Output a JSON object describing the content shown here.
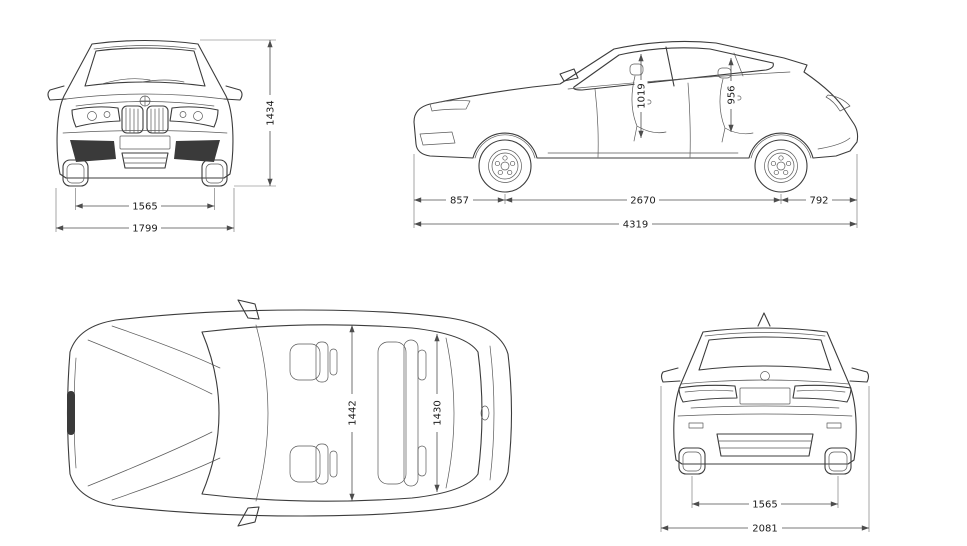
{
  "page": {
    "background": "#ffffff",
    "line_color": "#3c3c3c",
    "dim_color": "#4d4d4d"
  },
  "views": {
    "front": {
      "name": "front-view",
      "height": "1434",
      "track_width": "1565",
      "overall_width": "1799"
    },
    "side": {
      "name": "side-view",
      "front_headroom": "1019",
      "rear_headroom": "956",
      "front_overhang": "857",
      "wheelbase": "2670",
      "rear_overhang": "792",
      "overall_length": "4319"
    },
    "top": {
      "name": "top-view",
      "front_interior_width": "1442",
      "rear_interior_width": "1430"
    },
    "rear": {
      "name": "rear-view",
      "track_width": "1565",
      "width_incl_mirrors": "2081"
    }
  }
}
